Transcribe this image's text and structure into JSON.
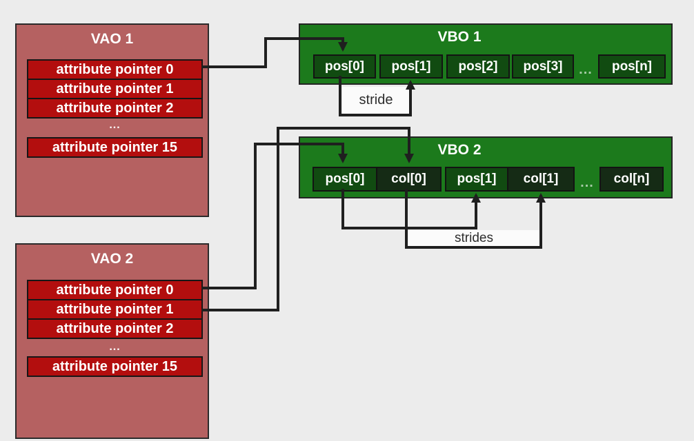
{
  "diagram_title": "VAO and VBO memory layout diagram",
  "colors": {
    "page_bg": "#ececec",
    "vao_body": "#b56161",
    "vao_row": "#b30e0e",
    "vbo_body": "#1c7a1c",
    "vbo_pos_cell": "#114b11",
    "vbo_col_cell": "#152b15",
    "connector": "#1f1f1f"
  },
  "vao1": {
    "title": "VAO 1",
    "rows": [
      "attribute pointer 0",
      "attribute pointer 1",
      "attribute pointer 2"
    ],
    "dots": "...",
    "row_last": "attribute pointer 15"
  },
  "vao2": {
    "title": "VAO 2",
    "rows": [
      "attribute pointer 0",
      "attribute pointer 1",
      "attribute pointer 2"
    ],
    "dots": "...",
    "row_last": "attribute pointer 15"
  },
  "vbo1": {
    "title": "VBO 1",
    "cells": [
      "pos[0]",
      "pos[1]",
      "pos[2]",
      "pos[3]"
    ],
    "dots": "...",
    "cell_last": "pos[n]"
  },
  "vbo2": {
    "title": "VBO 2",
    "cells": [
      "pos[0]",
      "col[0]",
      "pos[1]",
      "col[1]"
    ],
    "dots": "...",
    "cell_last": "col[n]"
  },
  "labels": {
    "stride": "stride",
    "strides": "strides"
  },
  "connections": [
    {
      "from": "VAO 1 attribute pointer 0",
      "to": "VBO 1 pos[0]"
    },
    {
      "from": "VBO 1 pos[0]",
      "to": "VBO 1 pos[1]",
      "label": "stride"
    },
    {
      "from": "VAO 2 attribute pointer 0",
      "to": "VBO 2 pos[0]"
    },
    {
      "from": "VAO 2 attribute pointer 1",
      "to": "VBO 2 col[0]"
    },
    {
      "from": "VBO 2 pos[0]",
      "to": "VBO 2 pos[1]",
      "label": "strides"
    },
    {
      "from": "VBO 2 col[0]",
      "to": "VBO 2 col[1]",
      "label": "strides"
    }
  ]
}
